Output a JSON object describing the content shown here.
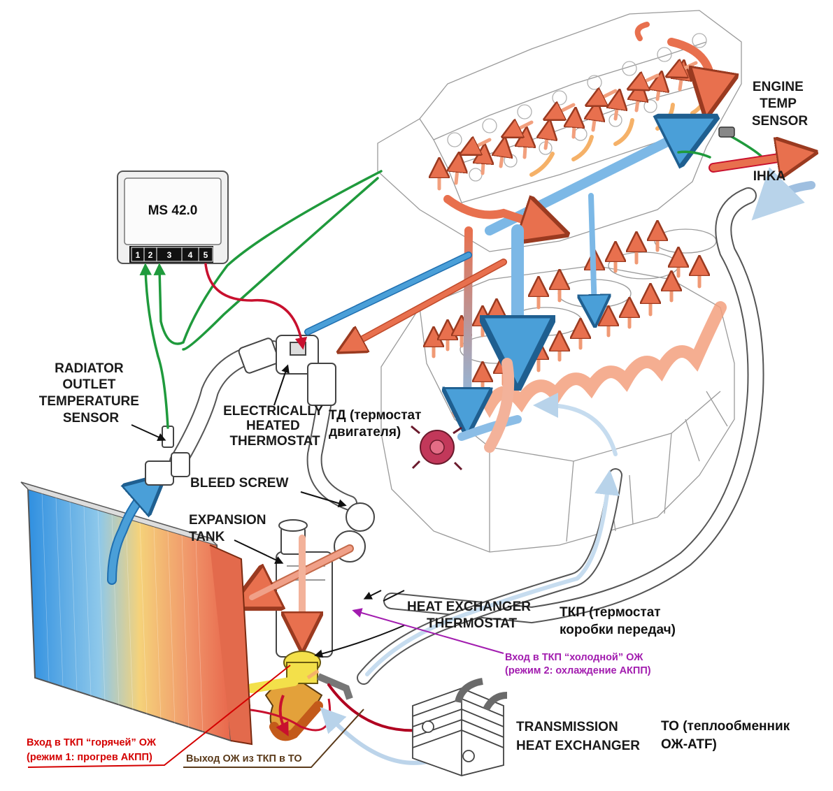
{
  "ecu": {
    "title": "MS 42.0",
    "pins": [
      "1",
      "2",
      "3",
      "4",
      "5"
    ]
  },
  "labels": {
    "engine_temp_sensor": [
      "ENGINE",
      "TEMP",
      "SENSOR"
    ],
    "ihka": "IHKA",
    "radiator_outlet_sensor": [
      "RADIATOR",
      "OUTLET",
      "TEMPERATURE",
      "SENSOR"
    ],
    "electrically_heated_thermostat": [
      "ELECTRICALLY",
      "HEATED",
      "THERMOSTAT"
    ],
    "bleed_screw": "BLEED SCREW",
    "expansion_tank": [
      "EXPANSION",
      "TANK"
    ],
    "heat_exchanger_thermostat": [
      "HEAT EXCHANGER",
      "THERMOSTAT"
    ],
    "transmission_heat_exchanger": [
      "TRANSMISSION",
      "HEAT EXCHANGER"
    ]
  },
  "russian": {
    "td": [
      "ТД (термостат",
      "двигателя)"
    ],
    "tkp": [
      "ТКП (термостат",
      "коробки передач)"
    ],
    "to": [
      "ТО (теплообменник",
      "ОЖ-ATF)"
    ],
    "cold_inlet": [
      "Вход в ТКП “холодной” ОЖ",
      "(режим 2: охлаждение АКПП)"
    ],
    "hot_inlet": [
      "Вход в ТКП “горячей” ОЖ",
      "(режим 1: прогрев АКПП)"
    ],
    "outlet_to_to": "Выход ОЖ из ТКП в ТО"
  },
  "colors": {
    "hot_flow": "#e8704e",
    "cold_flow": "#4a9fd8",
    "sensor_wire": "#1f9a3c",
    "control_wire": "#c8102e",
    "cold_annotation": "#a21caf",
    "hot_annotation": "#d40000",
    "outlet_annotation": "#5a3a1a"
  }
}
